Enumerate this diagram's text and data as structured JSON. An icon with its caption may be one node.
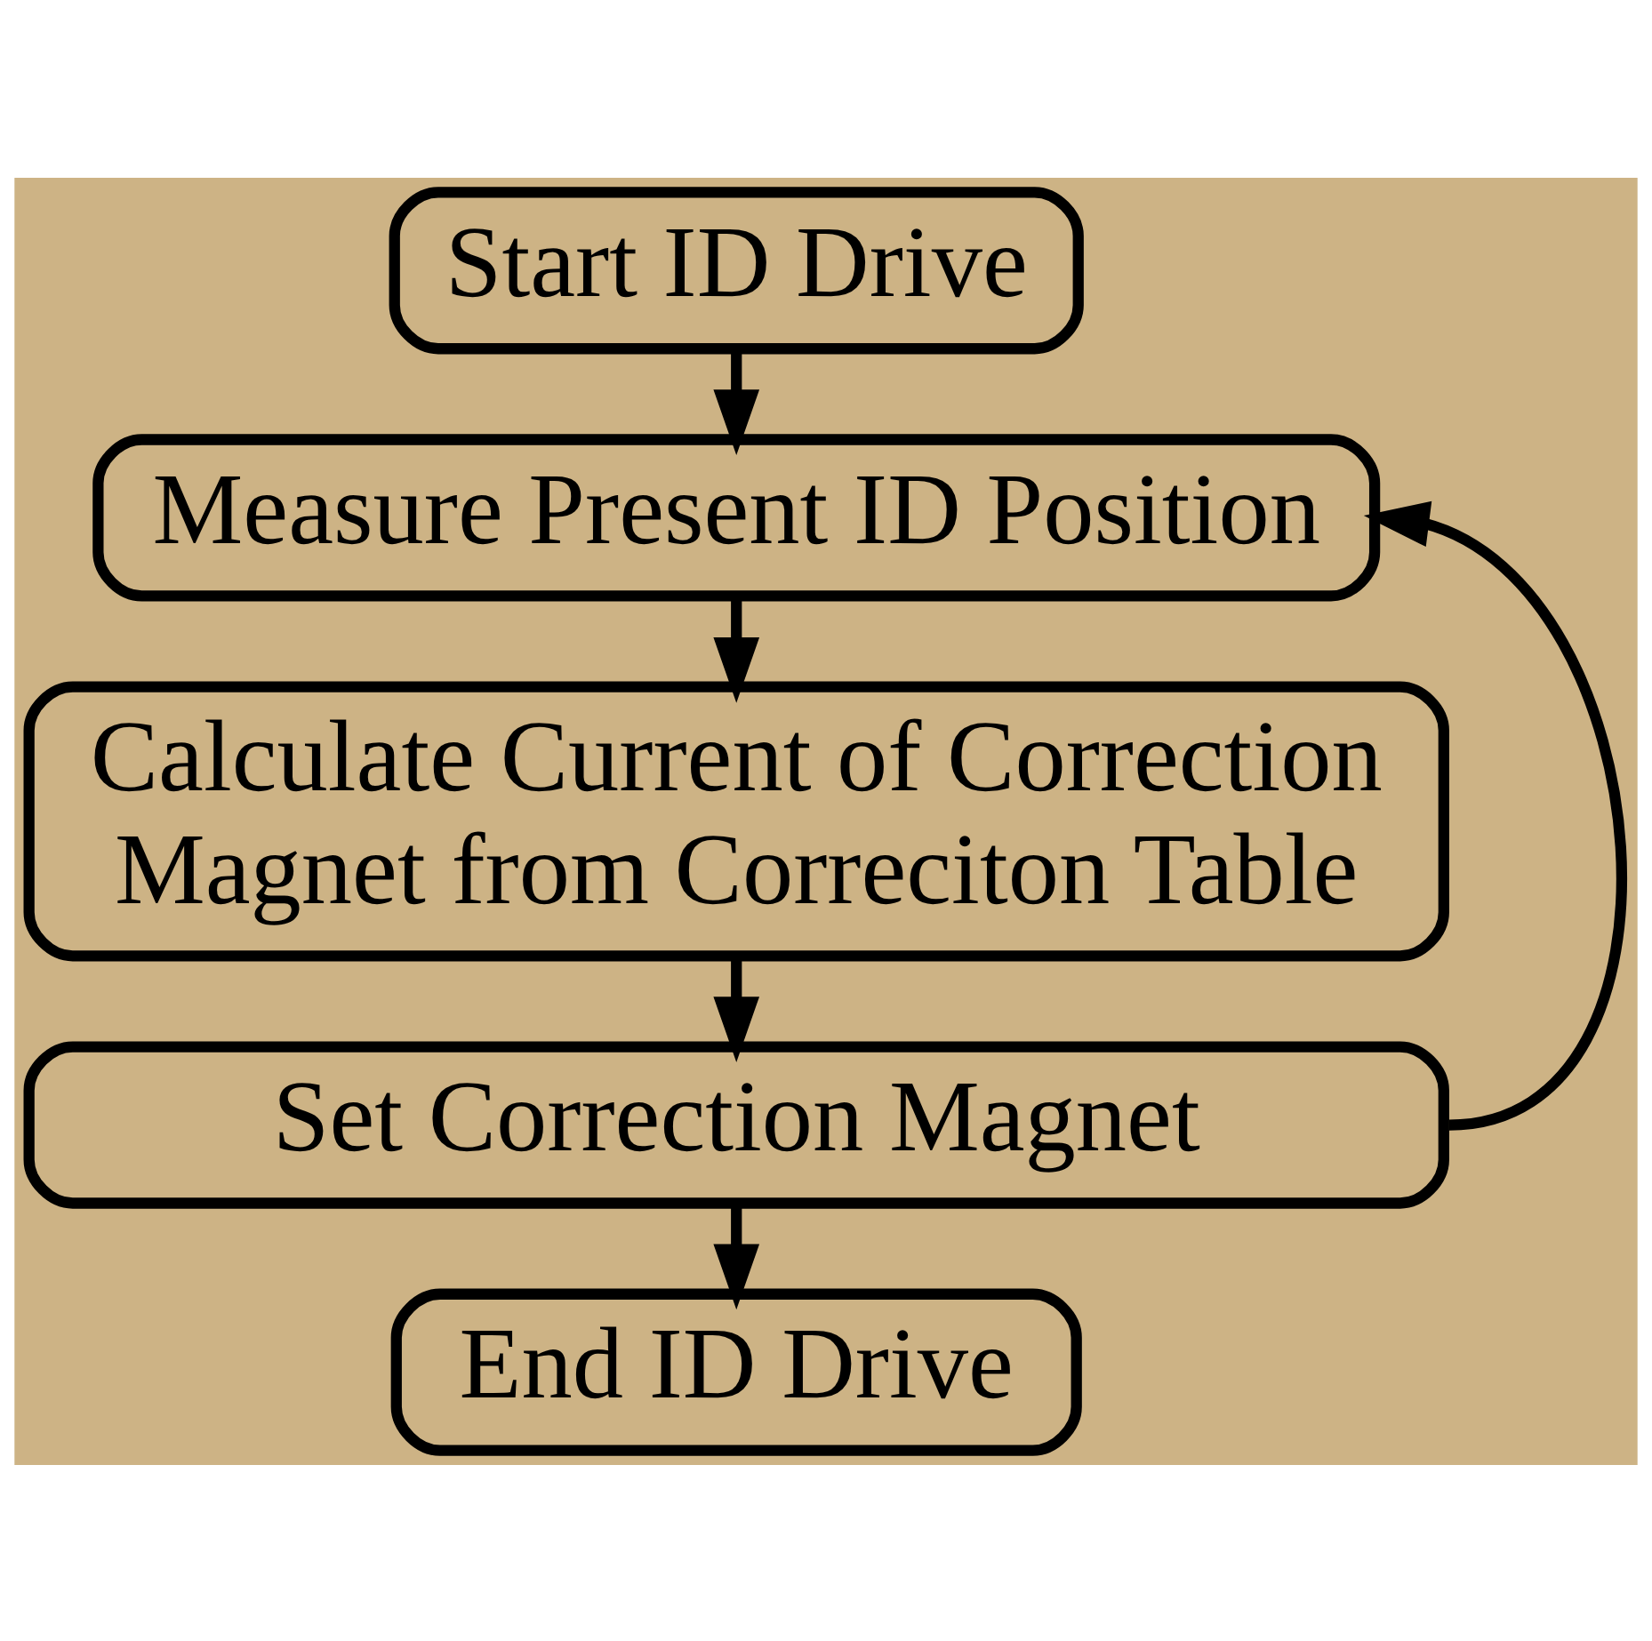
{
  "diagram": {
    "nodes": [
      {
        "text": [
          "Start ID Drive"
        ]
      },
      {
        "text": [
          "Measure Present ID Position"
        ]
      },
      {
        "text": [
          "Calculate Current of Correction Magnet from Correciton Table"
        ]
      },
      {
        "text": [
          "Set Correction Magnet"
        ]
      },
      {
        "text": [
          "End ID Drive"
        ]
      }
    ],
    "edges": [
      {
        "from": 0,
        "to": 1,
        "arrow": "to"
      },
      {
        "from": 1,
        "to": 2,
        "arrow": "to"
      },
      {
        "from": 2,
        "to": 3,
        "arrow": "to"
      },
      {
        "from": 3,
        "to": 4,
        "arrow": "to"
      },
      {
        "from": 3,
        "to": 1,
        "arrow": "to"
      }
    ]
  }
}
